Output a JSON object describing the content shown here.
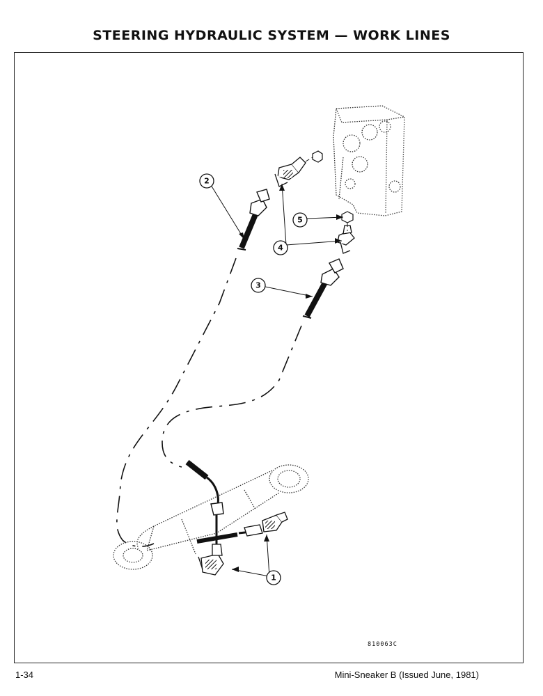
{
  "header": {
    "title": "STEERING HYDRAULIC SYSTEM — WORK LINES"
  },
  "diagram": {
    "callouts": [
      "1",
      "2",
      "3",
      "4",
      "5"
    ],
    "figure_code": "810063C"
  },
  "footer": {
    "page_number": "1-34",
    "manual": "Mini-Sneaker B (Issued June, 1981)"
  }
}
